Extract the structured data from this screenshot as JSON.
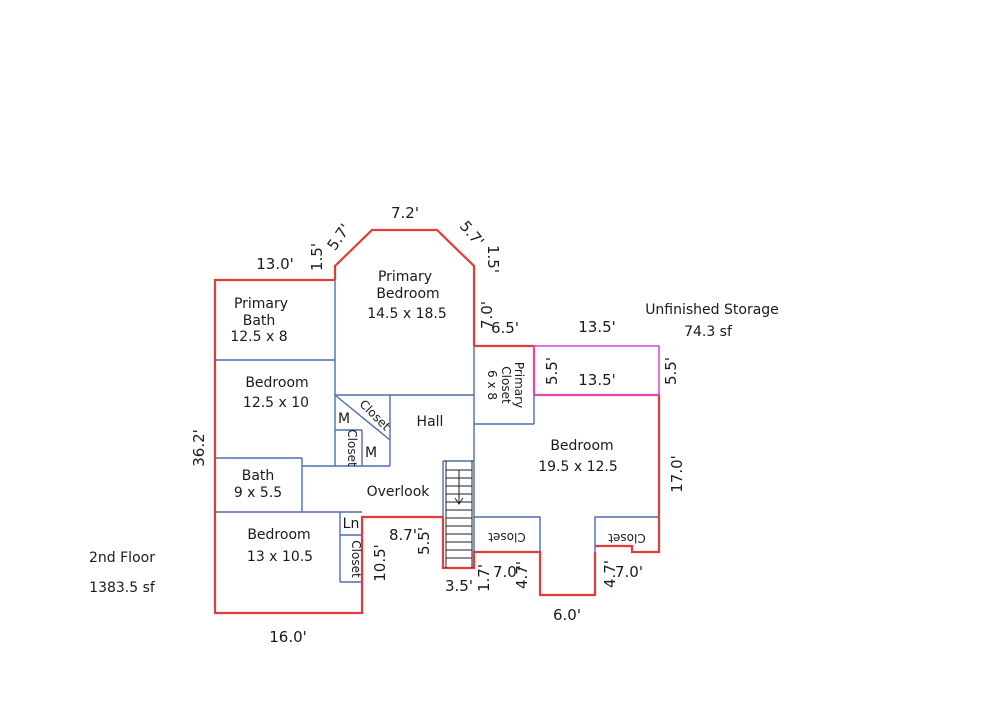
{
  "floor": {
    "name": "2nd Floor",
    "area": "1383.5 sf"
  },
  "rooms": {
    "primary_bedroom": {
      "line1": "Primary",
      "line2": "Bedroom",
      "size": "14.5 x 18.5"
    },
    "primary_bath": {
      "line1": "Primary",
      "line2": "Bath",
      "size": "12.5 x 8"
    },
    "bedroom_1": {
      "name": "Bedroom",
      "size": "12.5 x 10"
    },
    "bath": {
      "name": "Bath",
      "size": "9 x 5.5"
    },
    "bedroom_2": {
      "name": "Bedroom",
      "size": "13 x 10.5"
    },
    "bedroom_3": {
      "name": "Bedroom",
      "size": "19.5 x 12.5"
    },
    "primary_closet": {
      "line1": "Primary",
      "line2": "Closet",
      "size": "6 x 8"
    },
    "hall": {
      "name": "Hall"
    },
    "overlook": {
      "name": "Overlook"
    },
    "unfinished_storage": {
      "name": "Unfinished Storage",
      "area": "74.3 sf"
    },
    "closet_diag": {
      "name": "Closet"
    },
    "closet_small": {
      "name": "Closet"
    },
    "closet_bed2": {
      "name": "Closet"
    },
    "closet_left": {
      "name": "Closet"
    },
    "closet_right": {
      "name": "Closet"
    },
    "m1": {
      "name": "M"
    },
    "m2": {
      "name": "M"
    },
    "ln": {
      "name": "Ln"
    }
  },
  "dimensions": {
    "d_7_2": "7.2'",
    "d_5_7_left": "5.7'",
    "d_5_7_right": "5.7'",
    "d_1_5_left": "1.5'",
    "d_1_5_right": "1.5'",
    "d_13_0": "13.0'",
    "d_36_2": "36.2'",
    "d_16_0": "16.0'",
    "d_7_0_vert": "7.0'",
    "d_6_5": "6.5'",
    "d_13_5_top": "13.5'",
    "d_13_5_inner": "13.5'",
    "d_5_5_left": "5.5'",
    "d_5_5_right": "5.5'",
    "d_17_0": "17.0'",
    "d_8_7": "8.7'",
    "d_5_5_stair": "5.5'",
    "d_10_5": "10.5'",
    "d_3_5": "3.5'",
    "d_1_7": "1.7'",
    "d_7_0_a": "7.0'",
    "d_4_7_a": "4.7'",
    "d_6_0": "6.0'",
    "d_4_7_b": "4.7'",
    "d_7_0_b": "7.0'"
  },
  "colors": {
    "exterior_wall": "#e23b3b",
    "interior_wall": "#4b6fb0",
    "storage_wall": "#e04fd6"
  }
}
